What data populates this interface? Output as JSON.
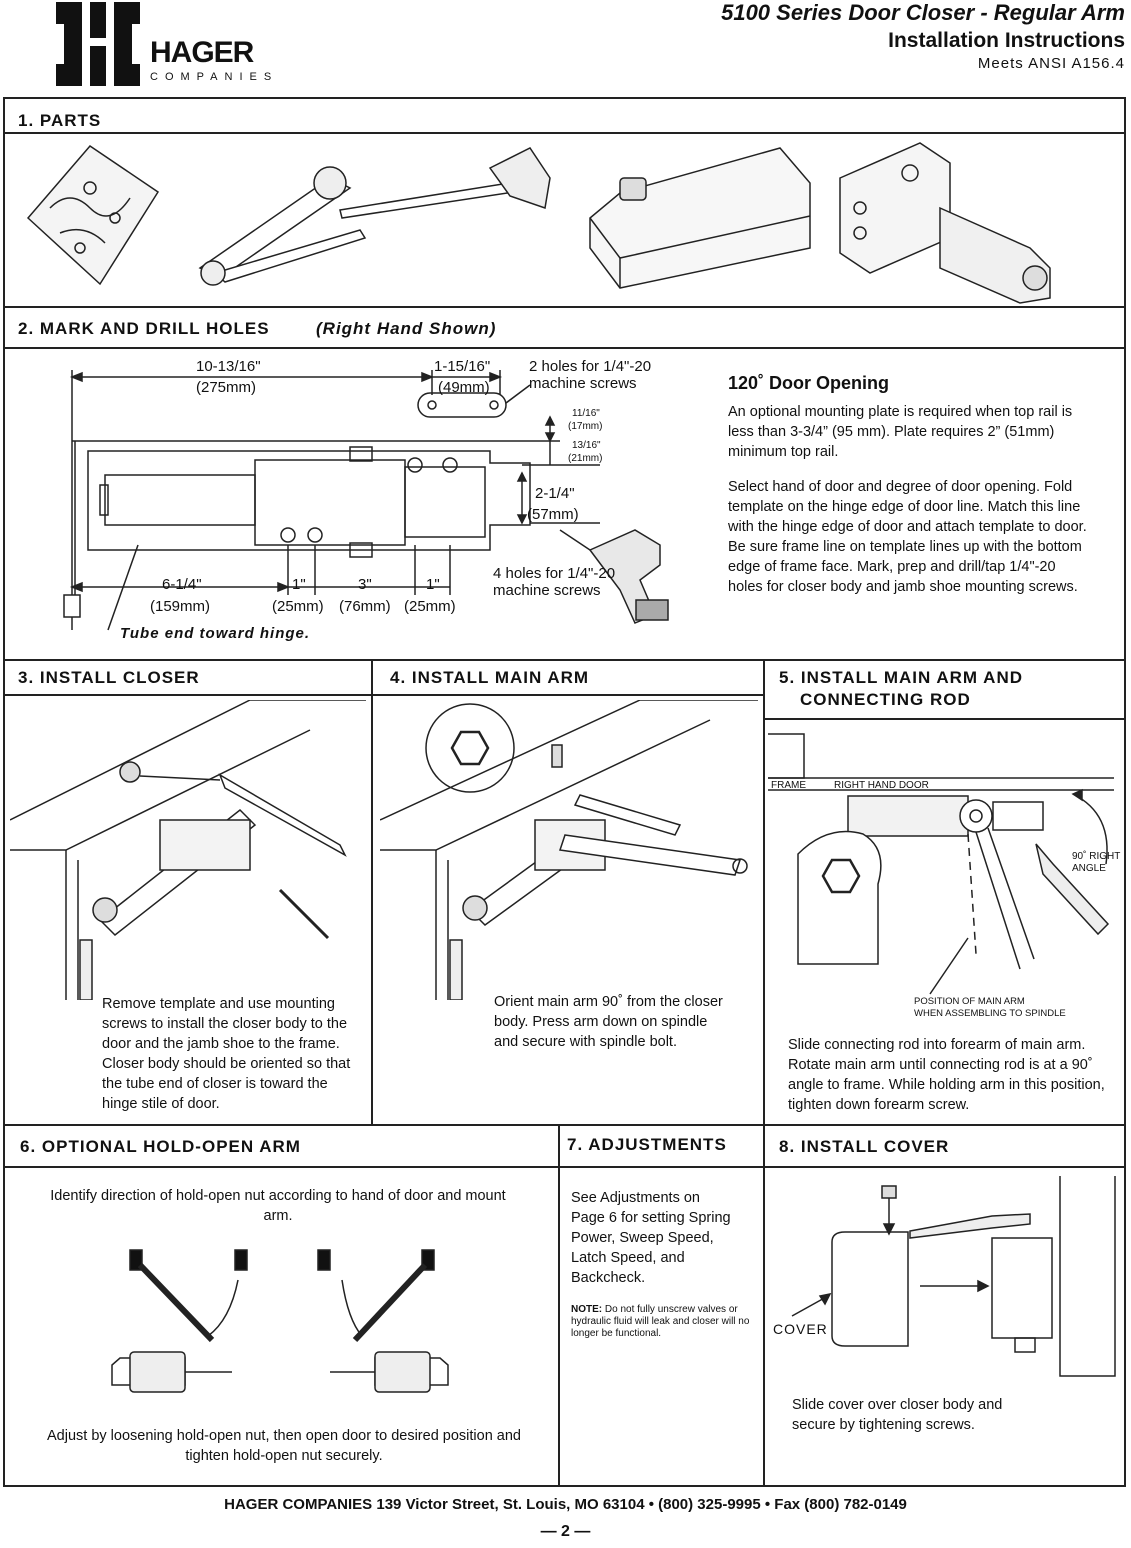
{
  "header": {
    "brand": "HAGER",
    "brand_sub": "COMPANIES",
    "title": "5100 Series Door Closer - Regular Arm",
    "subtitle": "Installation Instructions",
    "standard": "Meets ANSI A156.4"
  },
  "s1": {
    "heading": "1. PARTS"
  },
  "s2": {
    "heading": "2. MARK AND DRILL HOLES",
    "heading_note": "(Right Hand Shown)",
    "dims": {
      "d1": "10-13/16\"",
      "d1mm": "(275mm)",
      "d2": "1-15/16\"",
      "d2mm": "(49mm)",
      "holes2": "2 holes for 1/4\"-20",
      "holes2b": "machine screws",
      "d3": "11/16\"",
      "d3mm": "(17mm)",
      "d4": "13/16\"",
      "d4mm": "(21mm)",
      "d5": "2-1/4\"",
      "d5mm": "(57mm)",
      "holes4": "4 holes for 1/4\"-20",
      "holes4b": "machine screws",
      "d6": "6-1/4\"",
      "d6mm": "(159mm)",
      "d7": "1\"",
      "d7mm": "(25mm)",
      "d8": "3\"",
      "d8mm": "(76mm)",
      "d9": "1\"",
      "d9mm": "(25mm)",
      "tube": "Tube end toward hinge."
    },
    "opening_title": "120˚ Door Opening",
    "opening_p1": "An optional mounting plate is required when top rail is less than 3-3/4” (95 mm).  Plate requires 2” (51mm) minimum top rail.",
    "opening_p2": "Select hand of door and degree of door opening. Fold template on the hinge edge of door line. Match this line with the hinge edge of door and attach template to door. Be sure frame line on template lines up with the bottom edge of frame face. Mark, prep and drill/tap 1/4\"-20 holes for closer body and jamb shoe mounting screws."
  },
  "s3": {
    "heading": "3. INSTALL CLOSER",
    "text": "Remove template and use mounting screws to install the closer body to the door and the jamb shoe to the frame. Closer body should be oriented so that the tube end of closer is toward the hinge stile of door."
  },
  "s4": {
    "heading": "4. INSTALL MAIN ARM",
    "text": "Orient main arm 90˚ from the closer body. Press arm down on spindle and secure with spindle bolt."
  },
  "s5": {
    "heading": "5. INSTALL MAIN ARM AND",
    "heading2": "CONNECTING ROD",
    "frame_label": "FRAME",
    "door_label": "RIGHT HAND DOOR",
    "angle_label": "90˚ RIGHT",
    "angle_label2": "ANGLE",
    "pos_label": "POSITION OF MAIN ARM",
    "pos_label2": "WHEN ASSEMBLING TO SPINDLE",
    "text": "Slide connecting rod into forearm of main arm. Rotate main arm until connecting rod is at a 90˚ angle to frame. While holding arm in this position, tighten down forearm screw."
  },
  "s6": {
    "heading": "6. OPTIONAL HOLD-OPEN ARM",
    "text_top": "Identify direction of hold-open nut according to hand of door and mount arm.",
    "text_bottom": "Adjust by loosening hold-open nut, then open door to desired position and tighten hold-open nut securely."
  },
  "s7": {
    "heading": "7. ADJUSTMENTS",
    "text": "See Adjustments on Page 6 for setting Spring Power, Sweep Speed, Latch Speed, and Backcheck.",
    "note_label": "NOTE:",
    "note": " Do not fully unscrew valves or hydraulic fluid will leak and closer will no longer be functional."
  },
  "s8": {
    "heading": "8. INSTALL COVER",
    "cover_label": "COVER",
    "text": "Slide cover over closer body and secure by tightening screws."
  },
  "footer": {
    "company": "HAGER COMPANIES",
    "address": " 139 Victor Street, St. Louis, MO 63104 • (800) 325-9995 • Fax (800) 782-0149",
    "page": "— 2 —"
  }
}
